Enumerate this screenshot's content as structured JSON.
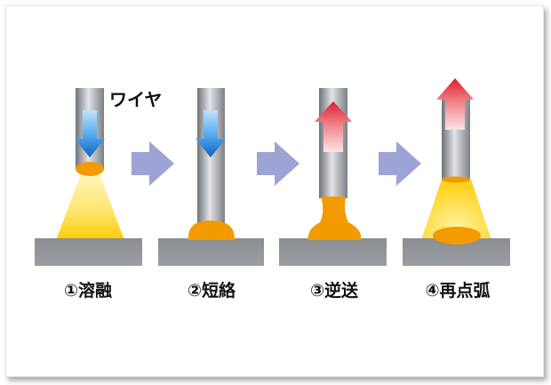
{
  "wire_label": "ワイヤ",
  "steps": [
    {
      "label": "①溶融",
      "direction": "down"
    },
    {
      "label": "②短絡",
      "direction": "down"
    },
    {
      "label": "③逆送",
      "direction": "up"
    },
    {
      "label": "④再点弧",
      "direction": "up"
    }
  ],
  "colors": {
    "wire": "#9a9ea3",
    "base": "#8e9196",
    "molten": "#f29a00",
    "arc": "#ffd21f",
    "down_arrow": "#1a7fd6",
    "up_arrow": "#e8333c",
    "step_arrow": "#9ea3d6"
  }
}
